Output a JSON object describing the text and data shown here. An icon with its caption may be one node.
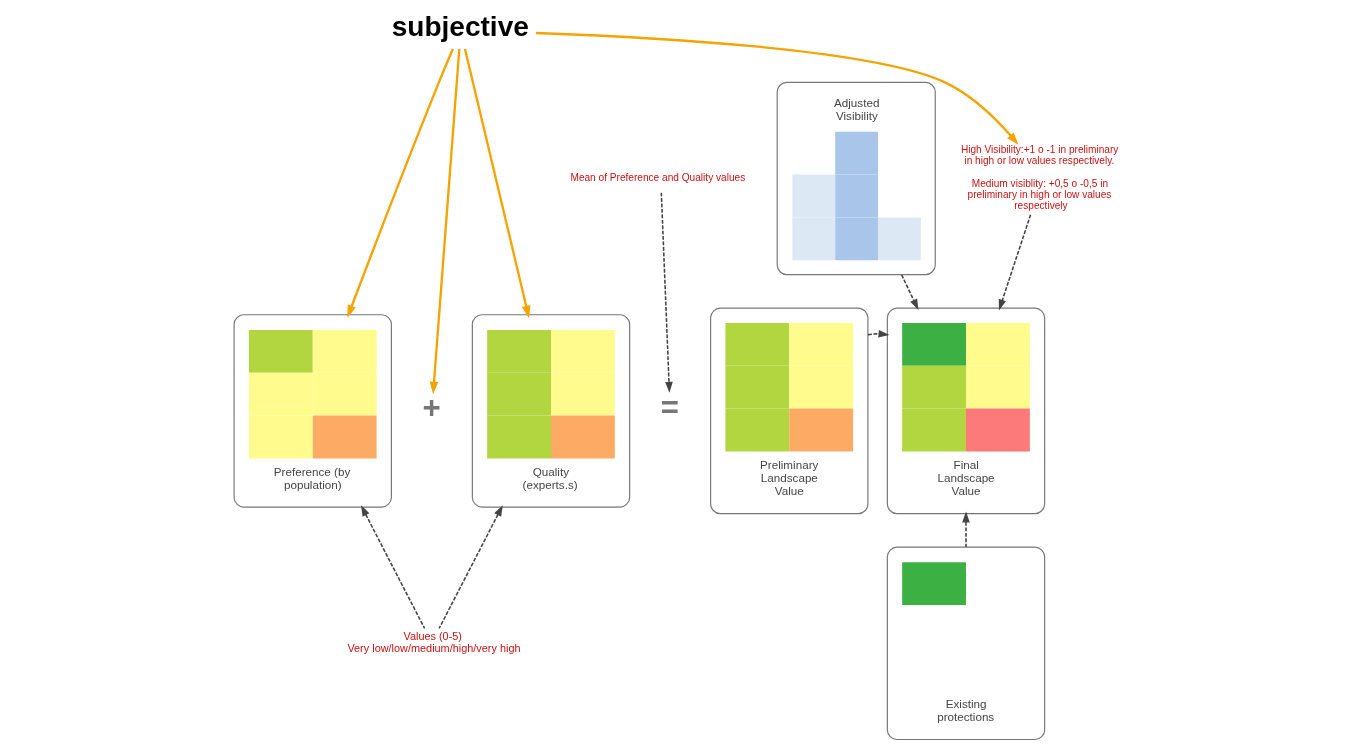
{
  "diagram": {
    "nodes": [
      {
        "text": [
          "subjective"
        ]
      },
      {
        "text": [
          "Preference (by population)"
        ]
      },
      {
        "text": [
          "+"
        ]
      },
      {
        "text": [
          "Quality (experts.s)"
        ]
      },
      {
        "text": [
          "="
        ]
      },
      {
        "text": [
          "Preliminary Landscape Value"
        ]
      },
      {
        "text": [
          "Adjusted Visibility"
        ]
      },
      {
        "text": [
          "Existing protections"
        ]
      },
      {
        "text": [
          "Final Landscape Value"
        ]
      },
      {
        "text": [
          "Mean of Preference and Quality values"
        ]
      },
      {
        "text": [
          "High Visibility:+1 o -1 in preliminary in high or low values respectively.",
          "Medium visiblity: +0,5 o -0,5 in preliminary in high or low values respectively"
        ]
      },
      {
        "text": [
          "Values (0-5)",
          "Very low/low/medium/high/very high"
        ]
      }
    ],
    "edges": [
      {
        "from": 0,
        "to": 1,
        "arrow": "to",
        "color": "#f5a300"
      },
      {
        "from": 0,
        "to": 2,
        "arrow": "to",
        "color": "#f5a300"
      },
      {
        "from": 0,
        "to": 3,
        "arrow": "to",
        "color": "#f5a300"
      },
      {
        "from": 0,
        "to": 10,
        "arrow": "to",
        "color": "#f5a300"
      },
      {
        "from": 11,
        "to": 1,
        "arrow": "to",
        "style": "dashed"
      },
      {
        "from": 11,
        "to": 3,
        "arrow": "to",
        "style": "dashed"
      },
      {
        "from": 9,
        "to": 4,
        "arrow": "to",
        "style": "dashed"
      },
      {
        "from": 5,
        "to": 8,
        "arrow": "to",
        "style": "dashed"
      },
      {
        "from": 6,
        "to": 8,
        "arrow": "to",
        "style": "dashed"
      },
      {
        "from": 7,
        "to": 8,
        "arrow": "to",
        "style": "dashed"
      },
      {
        "from": 10,
        "to": 8,
        "arrow": "to",
        "style": "dashed"
      }
    ]
  }
}
